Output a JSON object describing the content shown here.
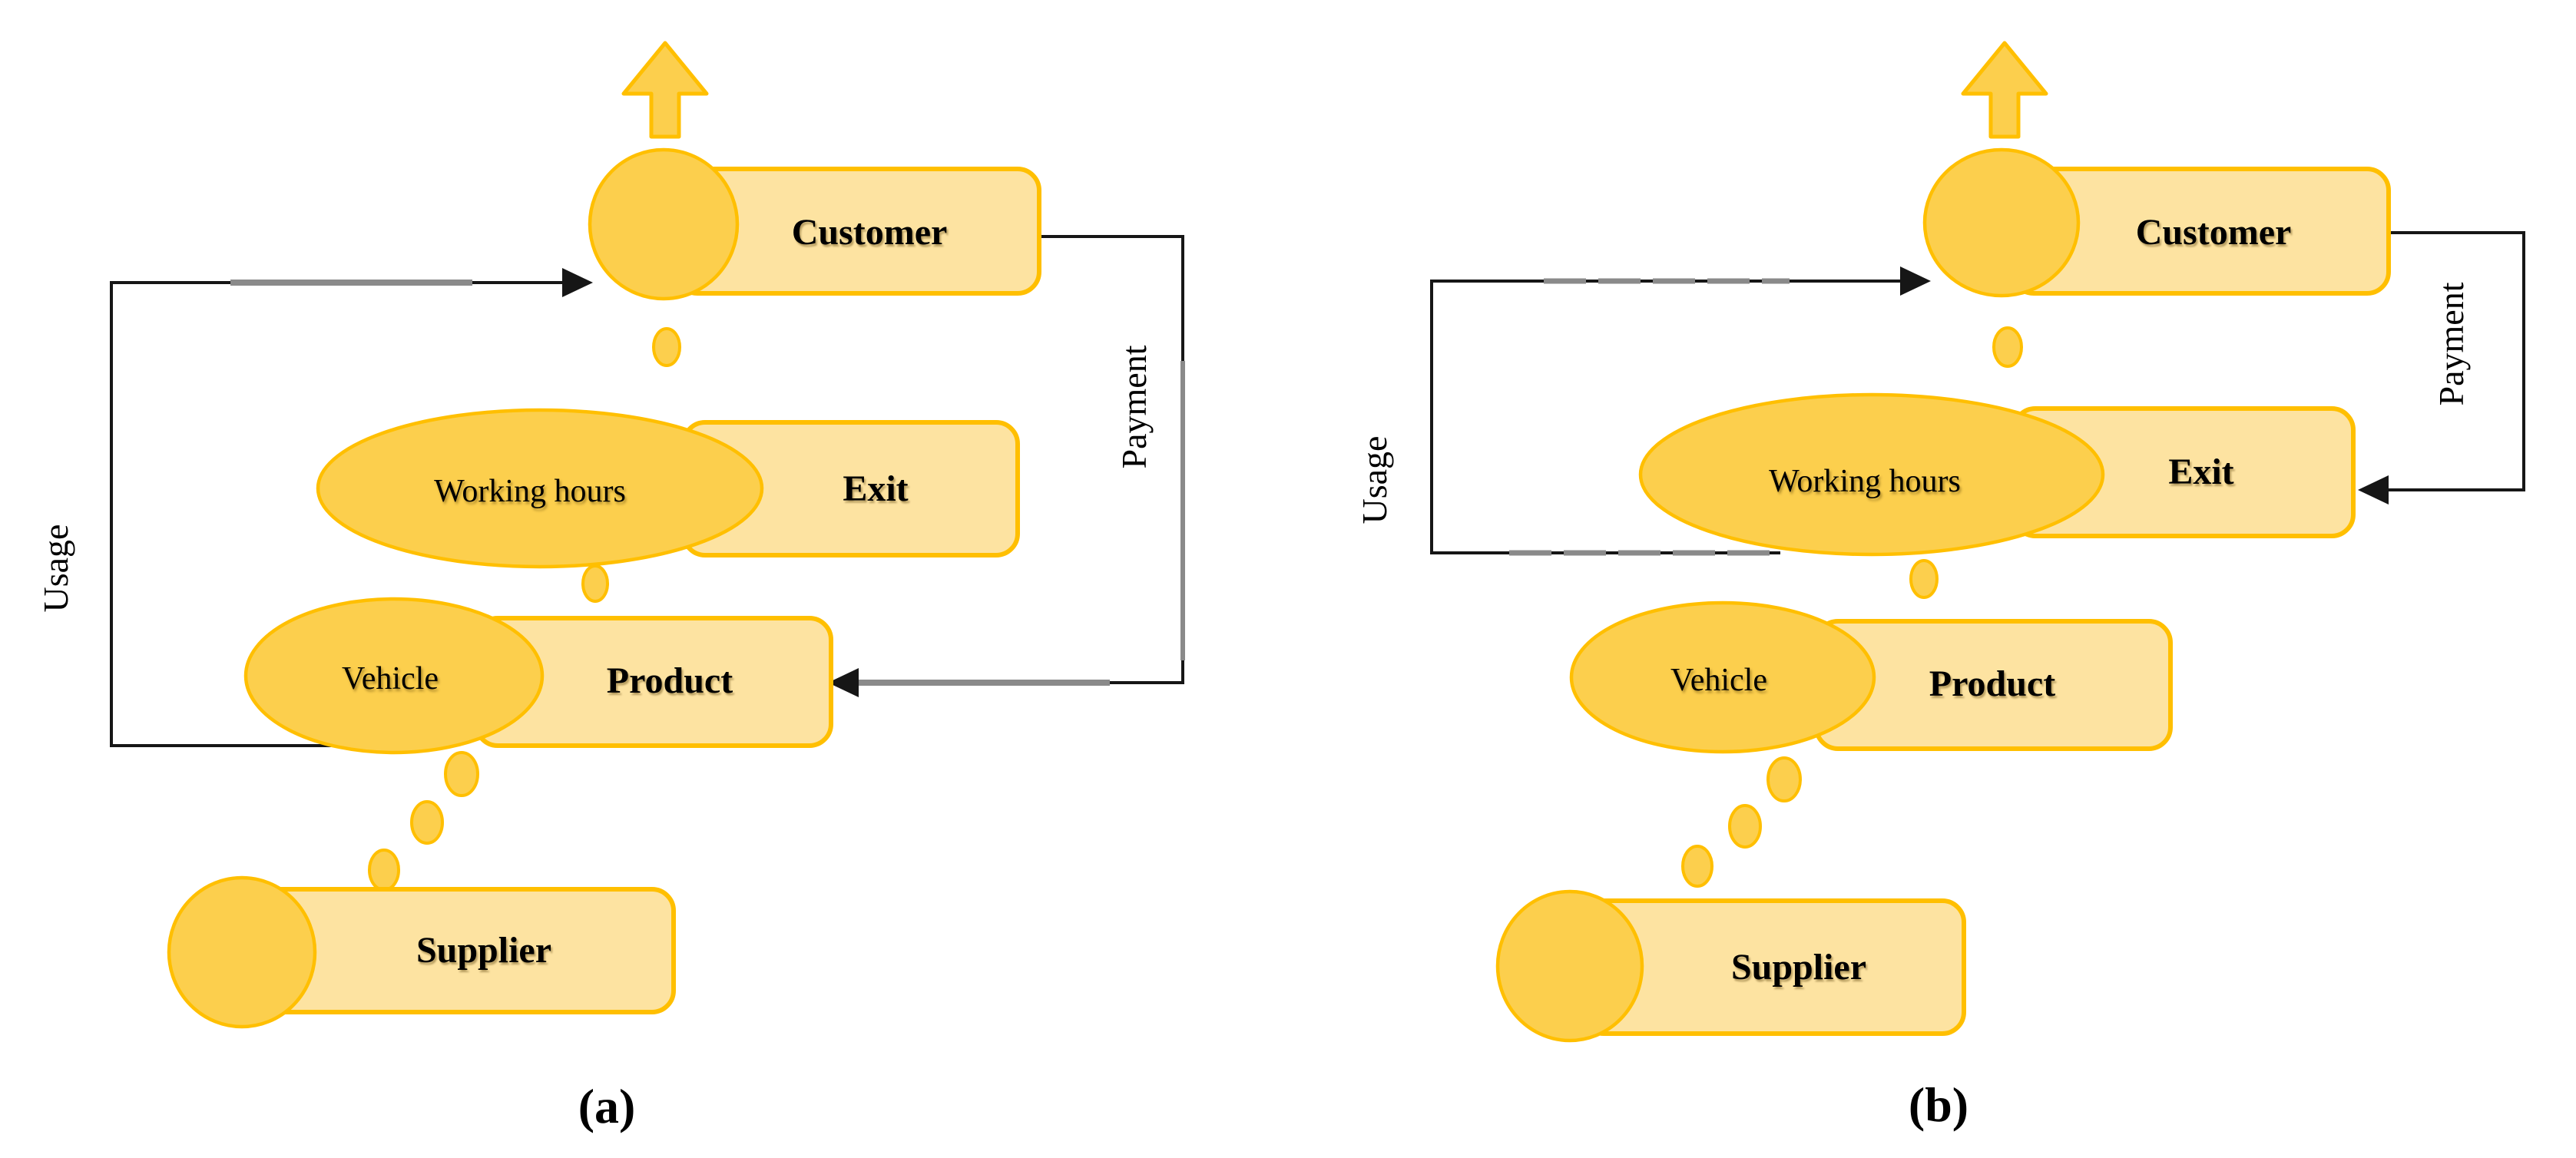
{
  "figure": {
    "type": "value-chain-diagram",
    "background": "#FFFFFF",
    "colors": {
      "node_fill_light": "#FDE3A1",
      "node_fill_dark": "#FCCF4D",
      "node_stroke": "#FFBF00",
      "connector": "#161616",
      "connector_gray": "#8A8A8A",
      "text": "#000000"
    },
    "panels": [
      {
        "caption": "(a)",
        "nodes": {
          "customer": "Customer",
          "exit": "Exit",
          "product": "Product",
          "supplier": "Supplier",
          "working_hours": "Working hours",
          "vehicle": "Vehicle"
        },
        "edge_labels": {
          "usage": "Usage",
          "payment": "Payment"
        },
        "connections": {
          "usage": "Product → Customer",
          "payment": "Customer → Product"
        }
      },
      {
        "caption": "(b)",
        "nodes": {
          "customer": "Customer",
          "exit": "Exit",
          "product": "Product",
          "supplier": "Supplier",
          "working_hours": "Working hours",
          "vehicle": "Vehicle"
        },
        "edge_labels": {
          "usage": "Usage",
          "payment": "Payment"
        },
        "connections": {
          "usage": "Working hours → Customer",
          "payment": "Customer → Exit"
        }
      }
    ]
  }
}
